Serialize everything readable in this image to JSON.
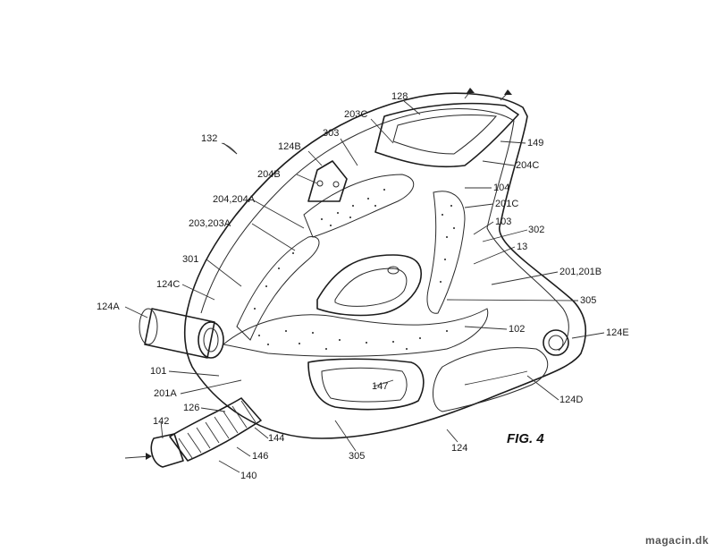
{
  "figure_label": "FIG. 4",
  "watermark": "magacin.dk",
  "reference_labels": {
    "r128": "128",
    "r203C": "203C",
    "r132": "132",
    "r124B": "124B",
    "r303a": "303",
    "r149": "149",
    "r204B": "204B",
    "r204C": "204C",
    "r104": "104",
    "r201C": "201C",
    "r204_204A": "204,204A",
    "r203_203A": "203,203A",
    "r103": "103",
    "r302": "302",
    "r13": "13",
    "r301": "301",
    "r201_201B": "201,201B",
    "r124C": "124C",
    "r305a": "305",
    "r124A": "124A",
    "r102": "102",
    "r124E": "124E",
    "r101": "101",
    "r147": "147",
    "r201A": "201A",
    "r124D": "124D",
    "r126": "126",
    "r142": "142",
    "r144": "144",
    "r146": "146",
    "r305b": "305",
    "r124": "124",
    "r140": "140"
  }
}
